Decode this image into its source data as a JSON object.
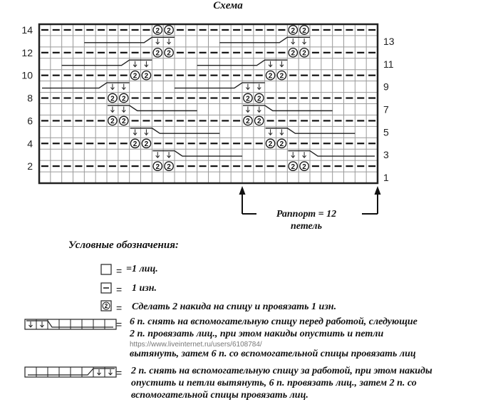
{
  "title": "Схема",
  "chart": {
    "columns": 30,
    "rows": 14,
    "rapport_stitches": 12,
    "left_row_labels": [
      "14",
      "12",
      "10",
      "8",
      "6",
      "4",
      "2"
    ],
    "right_row_labels": [
      "13",
      "11",
      "9",
      "7",
      "5",
      "3",
      "1"
    ],
    "wrong_side_rows": [
      2,
      4,
      6,
      8,
      10,
      12,
      14
    ],
    "yarn_over_purl_cells": [
      {
        "row": 14,
        "cols": [
          11,
          12
        ]
      },
      {
        "row": 12,
        "cols": [
          11,
          12
        ]
      },
      {
        "row": 10,
        "cols": [
          9,
          10
        ]
      },
      {
        "row": 8,
        "cols": [
          7,
          8
        ]
      },
      {
        "row": 6,
        "cols": [
          7,
          8
        ]
      },
      {
        "row": 4,
        "cols": [
          9,
          10
        ]
      },
      {
        "row": 2,
        "cols": [
          11,
          12
        ]
      }
    ],
    "cables_left_leaning": [
      {
        "row": 13,
        "arrow_cols": [
          11,
          12
        ]
      },
      {
        "row": 11,
        "arrow_cols": [
          9,
          10
        ]
      },
      {
        "row": 9,
        "arrow_cols": [
          7,
          8
        ]
      }
    ],
    "cables_right_leaning": [
      {
        "row": 7,
        "arrow_cols": [
          7,
          8
        ]
      },
      {
        "row": 5,
        "arrow_cols": [
          9,
          10
        ]
      },
      {
        "row": 3,
        "arrow_cols": [
          11,
          12
        ]
      }
    ],
    "symbol_yo": "2",
    "rapport_start_col": 19,
    "rapport_end_col": 30
  },
  "rapport_label_line1": "Раппорт = 12",
  "rapport_label_line2": "петель",
  "legend": {
    "title": "Условные обозначения:",
    "equals": "=",
    "items": [
      {
        "symbol": "empty-cell",
        "text": "=1 лиц."
      },
      {
        "symbol": "dash-cell",
        "text": "1 изн."
      },
      {
        "symbol": "yo-cell",
        "text": "Сделать 2 накида на спицу и провязать 1 изн."
      },
      {
        "symbol": "cable-front",
        "lines": [
          "6 п. снять на вспомогательную спицу перед работой, следующие",
          "2 п. провязать лиц., при этом накиды опустить и петли",
          "вытянуть, затем 6 п. со вспомогательной спицы провязать лиц"
        ]
      },
      {
        "symbol": "cable-back",
        "lines": [
          "2 п. снять на вспомогательную спицу за работой, при этом накиды",
          "опустить и петли вытянуть, 6 п. провязать лиц., затем 2 п. со",
          "вспомогательной спицы провязать лиц."
        ]
      }
    ]
  },
  "watermark": "https://www.liveinternet.ru/users/6108784/"
}
